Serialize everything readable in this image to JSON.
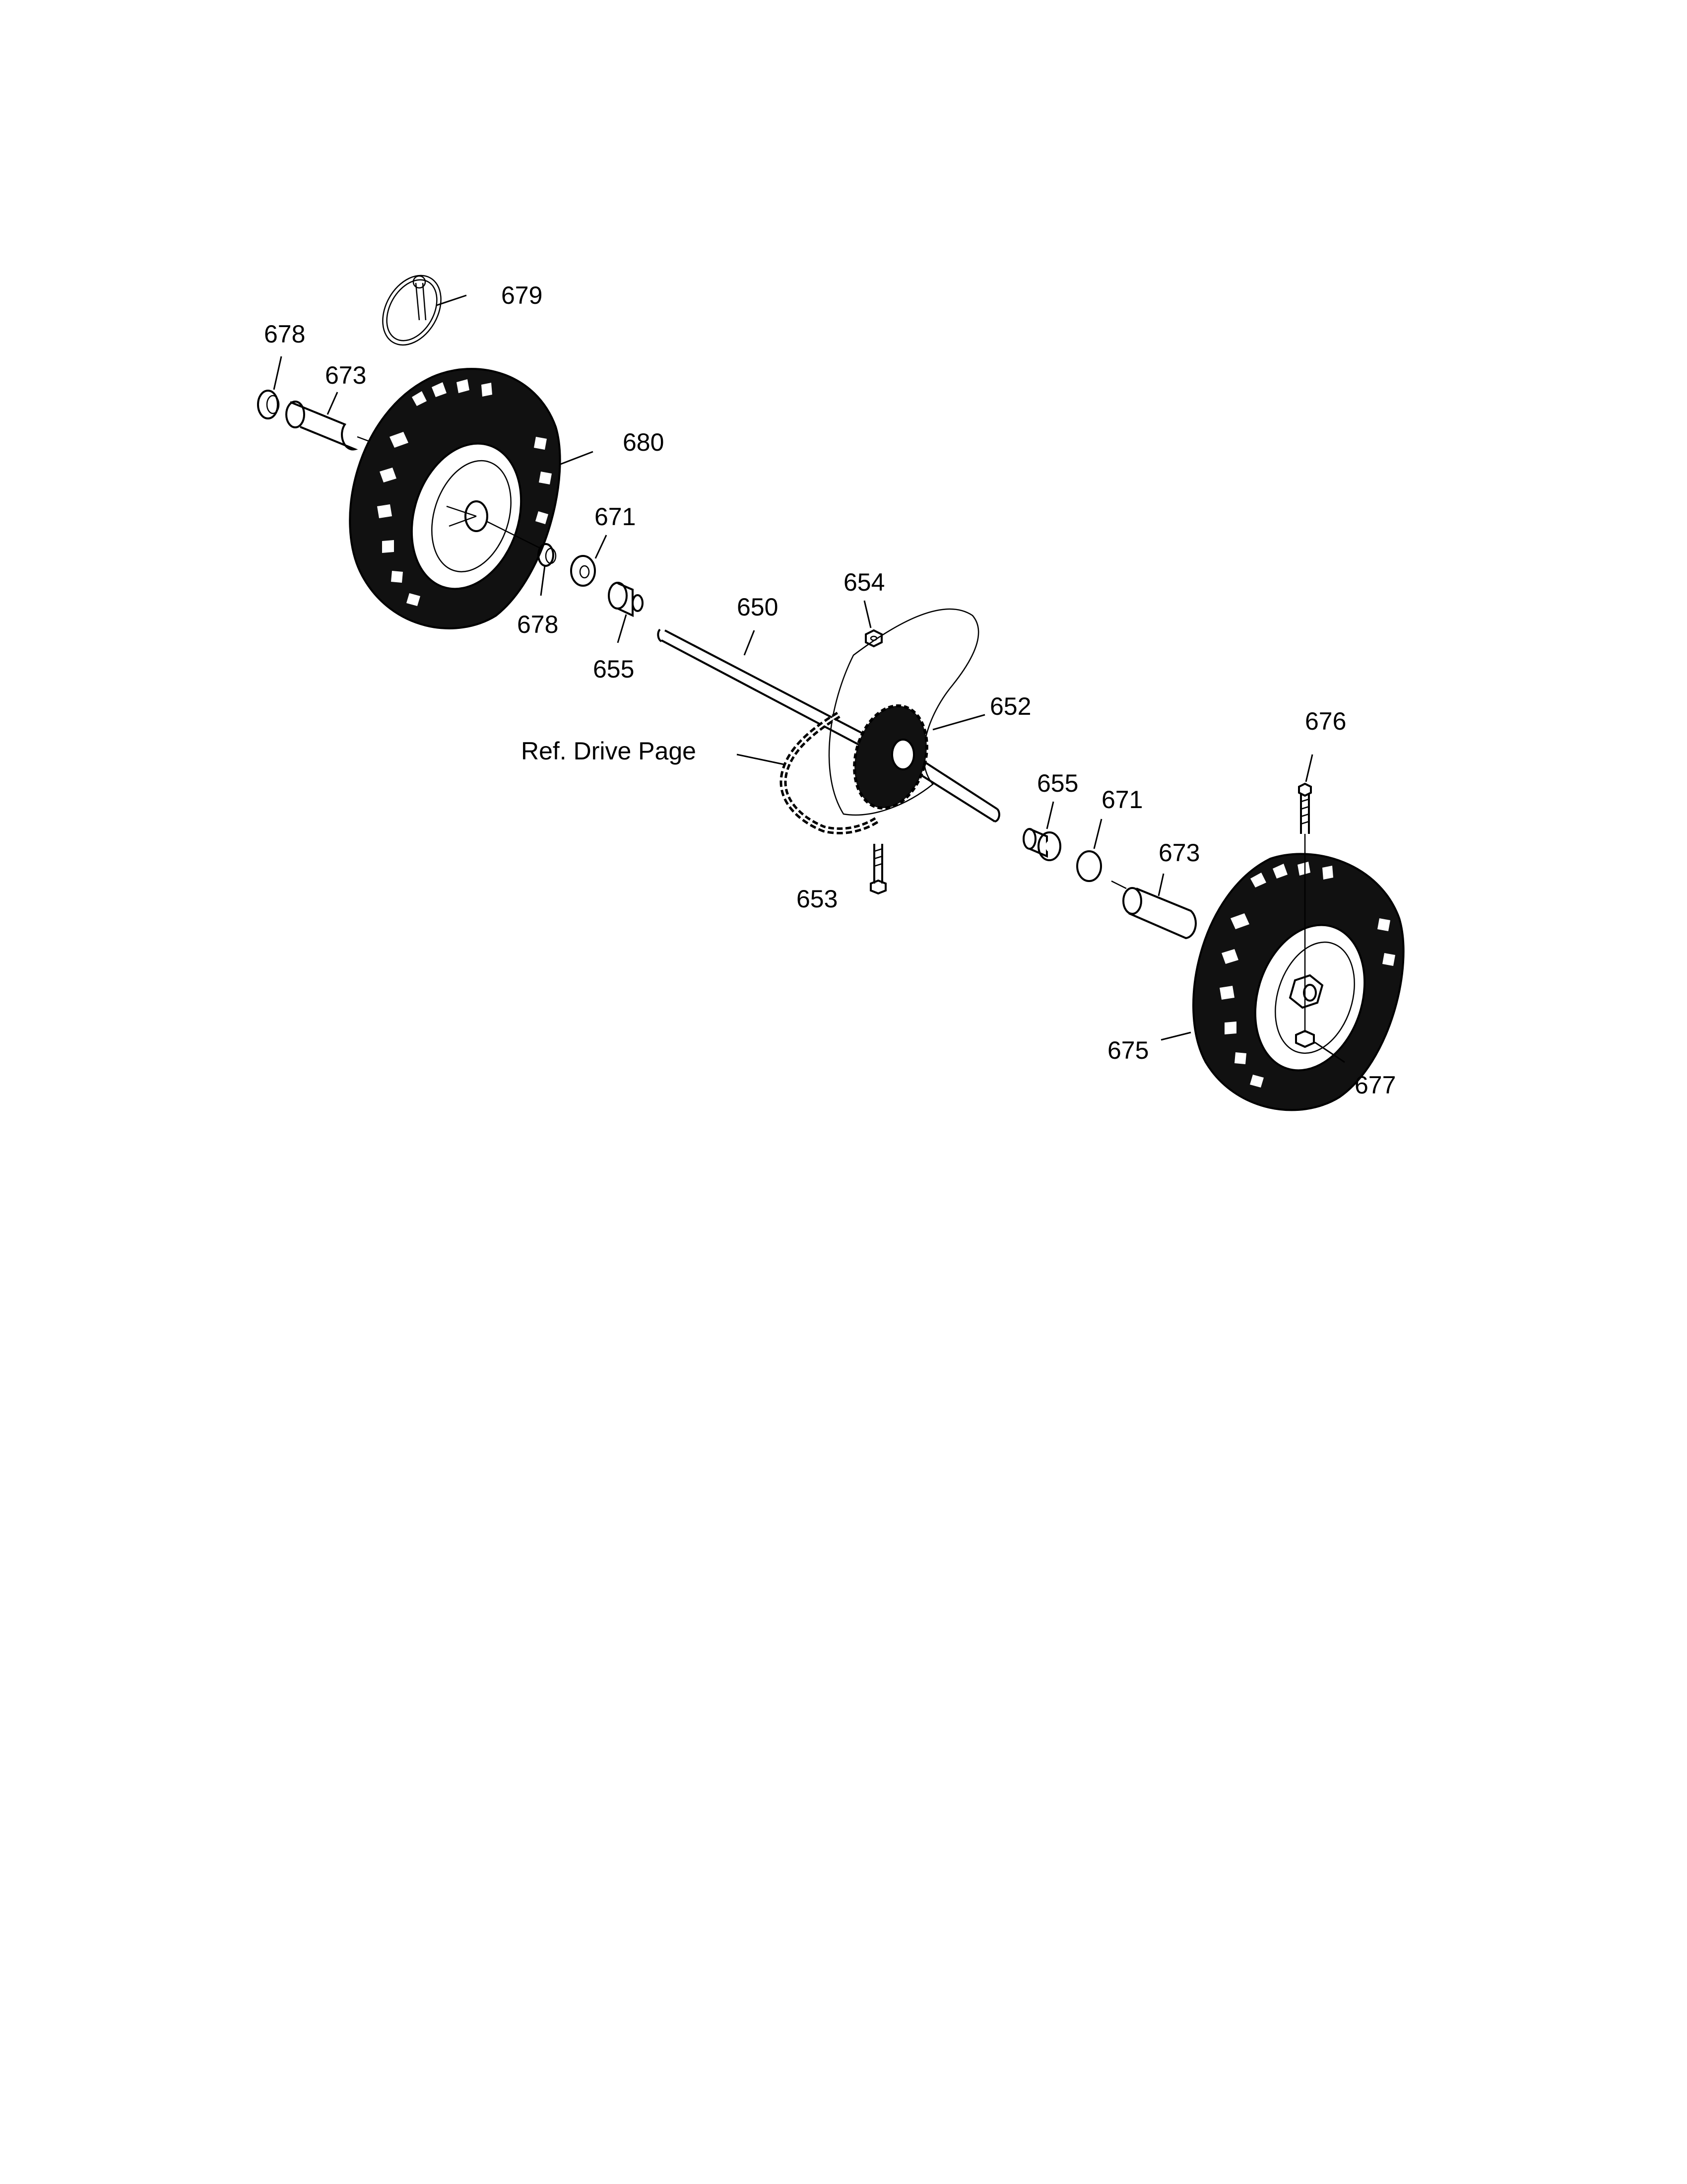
{
  "diagram": {
    "callouts": {
      "c679": "679",
      "c678_top": "678",
      "c673_left": "673",
      "c680": "680",
      "c671_left": "671",
      "c678_mid": "678",
      "c655_left": "655",
      "c650": "650",
      "c654": "654",
      "c652": "652",
      "ref_drive": "Ref. Drive Page",
      "c655_right": "655",
      "c671_right": "671",
      "c673_right": "673",
      "c653": "653",
      "c676": "676",
      "c675": "675",
      "c677": "677"
    }
  }
}
